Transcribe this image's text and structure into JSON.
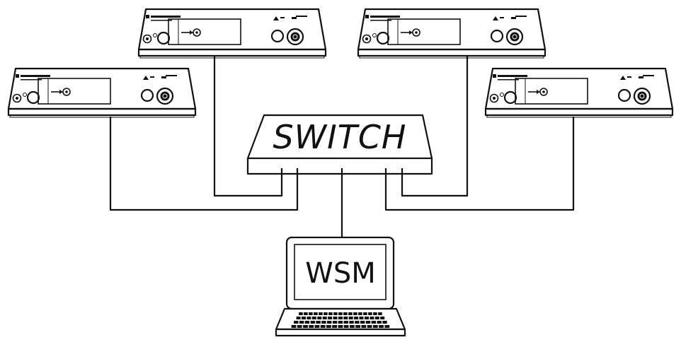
{
  "switch": {
    "label": "SWITCH"
  },
  "laptop": {
    "screen_label": "WSM"
  },
  "receivers": [
    {
      "position": "top-left"
    },
    {
      "position": "top-right"
    },
    {
      "position": "left"
    },
    {
      "position": "right"
    }
  ],
  "colors": {
    "line": "#111111",
    "background": "#ffffff"
  },
  "icons": [
    "switch-box",
    "laptop",
    "receiver-unit",
    "network-cable"
  ]
}
